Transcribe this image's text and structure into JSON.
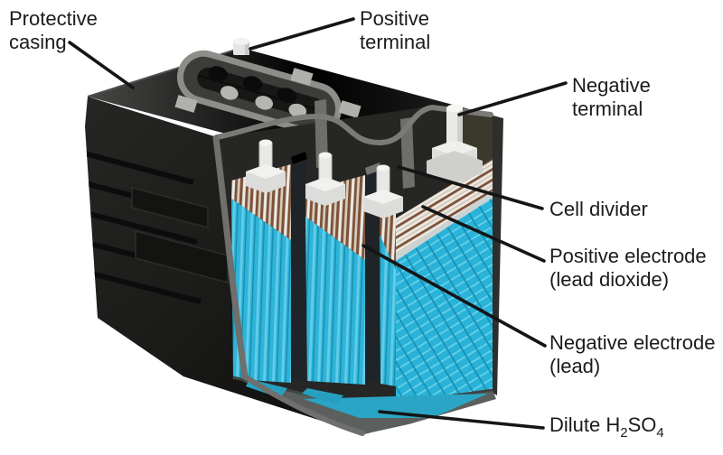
{
  "figure": {
    "kind": "lead-acid battery cutaway diagram",
    "background_color": "#ffffff",
    "label_text_color": "#1b1b1b",
    "leader_line_color": "#151515"
  },
  "labels": {
    "protective_casing": {
      "line1": "Protective",
      "line2": "casing"
    },
    "positive_terminal": {
      "line1": "Positive",
      "line2": "terminal"
    },
    "negative_terminal": {
      "line1": "Negative",
      "line2": "terminal"
    },
    "cell_divider": {
      "line1": "Cell divider"
    },
    "positive_electrode": {
      "line1": "Positive electrode",
      "line2": "(lead dioxide)"
    },
    "negative_electrode": {
      "line1": "Negative electrode",
      "line2": "(lead)"
    },
    "dilute_acid": {
      "pre": "Dilute H",
      "sub1": "2",
      "mid": "SO",
      "sub2": "4"
    }
  },
  "illustration": {
    "parts": [
      {
        "name": "protective-casing",
        "color": "#1d1d1b"
      },
      {
        "name": "case-top",
        "color": "#3e3e3c"
      },
      {
        "name": "carry-handle-recess",
        "color": "#8d8d89"
      },
      {
        "name": "vent-caps",
        "color": "#b0b0ac"
      },
      {
        "name": "positive-terminal-post",
        "color": "#e9e9e7"
      },
      {
        "name": "negative-terminal-post",
        "color": "#e9e9e7"
      },
      {
        "name": "cell-divider-wall",
        "color": "#1e2427"
      },
      {
        "name": "positive-electrode-plates",
        "color": "#7d5238"
      },
      {
        "name": "negative-electrode-plates",
        "color": "#eceae5"
      },
      {
        "name": "electrolyte",
        "color": "#2fb4d9"
      },
      {
        "name": "battery-tray",
        "color": "#5b605f"
      }
    ]
  }
}
